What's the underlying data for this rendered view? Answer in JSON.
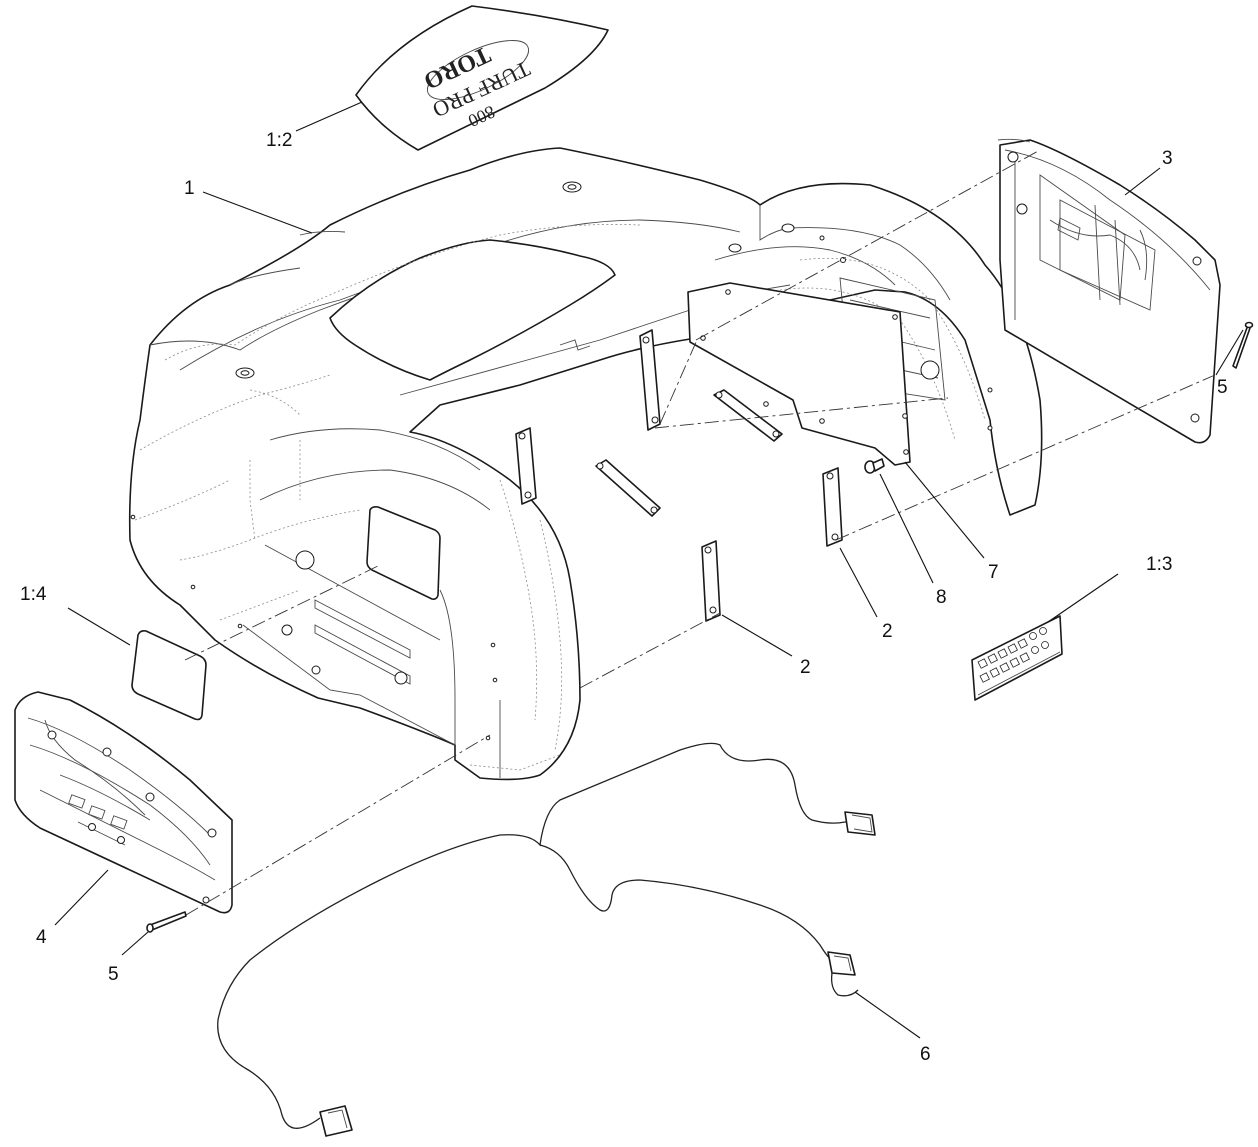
{
  "callouts": [
    {
      "label": "1"
    },
    {
      "label": "1:2"
    },
    {
      "label": "3"
    },
    {
      "label": "5"
    },
    {
      "label": "1:4"
    },
    {
      "label": "2"
    },
    {
      "label": "2"
    },
    {
      "label": "8"
    },
    {
      "label": "7"
    },
    {
      "label": "1:3"
    },
    {
      "label": "4"
    },
    {
      "label": "5"
    },
    {
      "label": "6"
    }
  ],
  "decal": {
    "brand": "TORO",
    "model_line1": "TURF PRO",
    "model_line2": "800"
  }
}
